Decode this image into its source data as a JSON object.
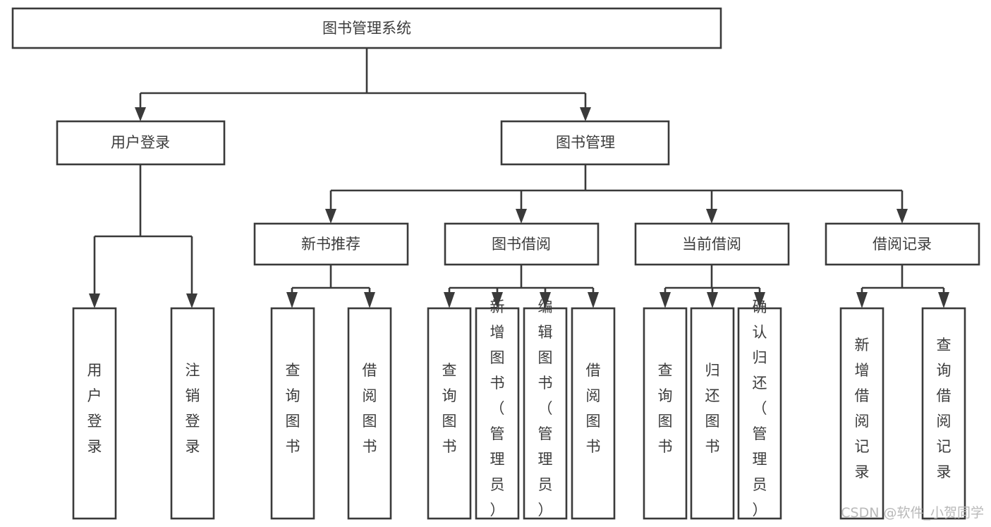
{
  "diagram": {
    "title": "图书管理系统",
    "type": "hierarchy-tree",
    "orientation": "top-down",
    "style": {
      "background": "#ffffff",
      "box_fill": "#ffffff",
      "box_stroke": "#3a3a3a",
      "text_color": "#3c3c3c",
      "watermark_color": "#b9b9b9"
    },
    "levels": [
      {
        "level": 1,
        "nodes": [
          {
            "id": "root",
            "label": "图书管理系统",
            "orientation": "horizontal"
          }
        ]
      },
      {
        "level": 2,
        "nodes": [
          {
            "id": "login",
            "label": "用户登录",
            "orientation": "horizontal",
            "parent": "root"
          },
          {
            "id": "bookmgmt",
            "label": "图书管理",
            "orientation": "horizontal",
            "parent": "root"
          }
        ]
      },
      {
        "level": 3,
        "nodes": [
          {
            "id": "newbook",
            "label": "新书推荐",
            "orientation": "horizontal",
            "parent": "bookmgmt"
          },
          {
            "id": "borrow",
            "label": "图书借阅",
            "orientation": "horizontal",
            "parent": "bookmgmt"
          },
          {
            "id": "current",
            "label": "当前借阅",
            "orientation": "horizontal",
            "parent": "bookmgmt"
          },
          {
            "id": "records",
            "label": "借阅记录",
            "orientation": "horizontal",
            "parent": "bookmgmt"
          }
        ]
      },
      {
        "level": 4,
        "nodes": [
          {
            "id": "leaf-user-login",
            "label": "用户登录",
            "orientation": "vertical",
            "parent": "login"
          },
          {
            "id": "leaf-user-logout",
            "label": "注销登录",
            "orientation": "vertical",
            "parent": "login"
          },
          {
            "id": "leaf-query-book-1",
            "label": "查询图书",
            "orientation": "vertical",
            "parent": "newbook"
          },
          {
            "id": "leaf-borrow-book-1",
            "label": "借阅图书",
            "orientation": "vertical",
            "parent": "newbook"
          },
          {
            "id": "leaf-query-book-2",
            "label": "查询图书",
            "orientation": "vertical",
            "parent": "borrow"
          },
          {
            "id": "leaf-add-book",
            "label": "新增图书（管理员）",
            "orientation": "vertical",
            "parent": "borrow"
          },
          {
            "id": "leaf-edit-book",
            "label": "编辑图书（管理员）",
            "orientation": "vertical",
            "parent": "borrow"
          },
          {
            "id": "leaf-borrow-book-2",
            "label": "借阅图书",
            "orientation": "vertical",
            "parent": "borrow"
          },
          {
            "id": "leaf-query-book-3",
            "label": "查询图书",
            "orientation": "vertical",
            "parent": "current"
          },
          {
            "id": "leaf-return-book",
            "label": "归还图书",
            "orientation": "vertical",
            "parent": "current"
          },
          {
            "id": "leaf-confirm-return",
            "label": "确认归还（管理员）",
            "orientation": "vertical",
            "parent": "current"
          },
          {
            "id": "leaf-add-record",
            "label": "新增借阅记录",
            "orientation": "vertical",
            "parent": "records"
          },
          {
            "id": "leaf-query-record",
            "label": "查询借阅记录",
            "orientation": "vertical",
            "parent": "records"
          }
        ]
      }
    ]
  },
  "watermark": {
    "text": "CSDN @软件_小贺同学"
  }
}
